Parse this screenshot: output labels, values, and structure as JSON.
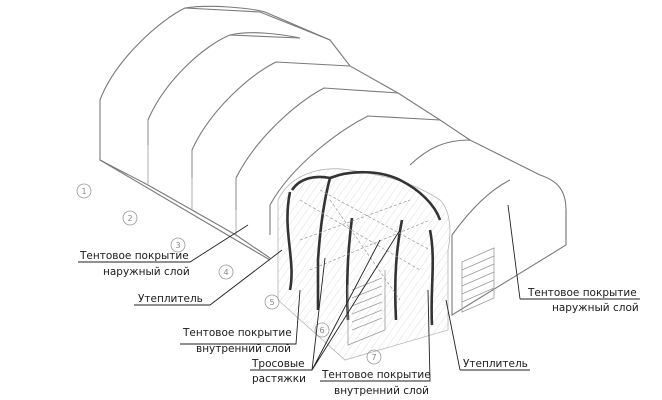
{
  "labels": {
    "outer_left_1": "Тентовое покрытие",
    "outer_left_2": "наружный слой",
    "insulation_left": "Утеплитель",
    "inner_left_1": "Тентовое покрытие",
    "inner_left_2": "внутренний слой",
    "cables_1": "Тросовые",
    "cables_2": "растяжки",
    "inner_bottom_1": "Тентовое покрытие",
    "inner_bottom_2": "внутренний слой",
    "insulation_right": "Утеплитель",
    "outer_right_1": "Тентовое покрытие",
    "outer_right_2": "наружный слой"
  },
  "axis_numbers": [
    "1",
    "2",
    "3",
    "4",
    "5",
    "6",
    "7"
  ]
}
